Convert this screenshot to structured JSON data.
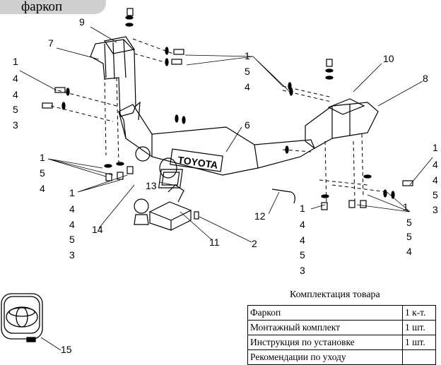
{
  "header": {
    "title": "фаркоп"
  },
  "emblem": {
    "brand_text": "TOYOTA"
  },
  "callouts": {
    "c1a": "1",
    "c1b": "1",
    "c1c": "1",
    "c1d": "1",
    "c1e": "1",
    "c1f": "1",
    "c1g": "1",
    "c2": "2",
    "c3a": "3",
    "c3b": "3",
    "c3c": "3",
    "c3d": "3",
    "c4a": "4",
    "c4b": "4",
    "c4c": "4",
    "c4d": "4",
    "c4e": "4",
    "c4f": "4",
    "c4g": "4",
    "c4h": "4",
    "c4i": "4",
    "c4j": "4",
    "c4k": "4",
    "c5a": "5",
    "c5b": "5",
    "c5c": "5",
    "c5d": "5",
    "c5e": "5",
    "c5f": "5",
    "c5g": "5",
    "c6": "6",
    "c7": "7",
    "c8": "8",
    "c9": "9",
    "c10": "10",
    "c11": "11",
    "c12": "12",
    "c13": "13",
    "c14": "14",
    "c15": "15"
  },
  "kit_table": {
    "title": "Комплектация товара",
    "rows": [
      {
        "item": "Фаркоп",
        "qty": "1 к-т."
      },
      {
        "item": "Монтажный комплект",
        "qty": "1 шт."
      },
      {
        "item": "Инструкция по установке",
        "qty": "1 шт."
      },
      {
        "item": "Рекомендации по уходу",
        "qty": ""
      }
    ]
  }
}
